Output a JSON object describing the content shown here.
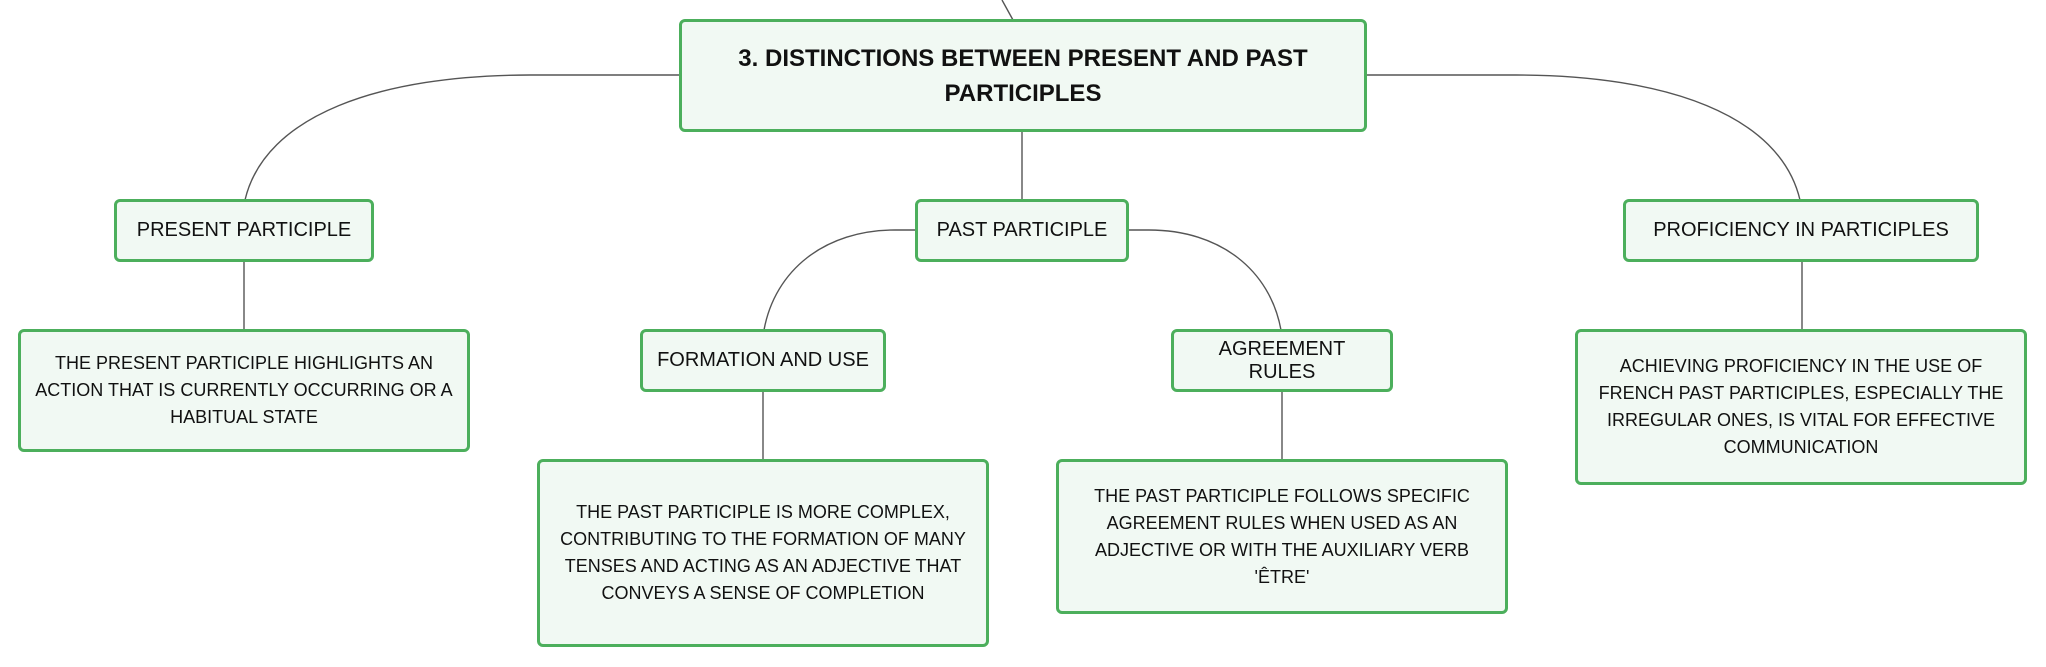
{
  "root": {
    "label": "3. DISTINCTIONS BETWEEN PRESENT AND PAST PARTICIPLES"
  },
  "present_participle": {
    "label": "PRESENT PARTICIPLE",
    "description": "THE PRESENT PARTICIPLE HIGHLIGHTS AN ACTION THAT IS CURRENTLY OCCURRING OR A HABITUAL STATE"
  },
  "past_participle": {
    "label": "PAST PARTICIPLE",
    "formation": {
      "label": "FORMATION AND USE",
      "description": "THE PAST PARTICIPLE IS MORE COMPLEX, CONTRIBUTING TO THE FORMATION OF MANY TENSES AND ACTING AS AN ADJECTIVE THAT CONVEYS A SENSE OF COMPLETION"
    },
    "agreement": {
      "label": "AGREEMENT RULES",
      "description": "THE PAST PARTICIPLE FOLLOWS SPECIFIC AGREEMENT RULES WHEN USED AS AN ADJECTIVE OR WITH THE AUXILIARY VERB 'ÊTRE'"
    }
  },
  "proficiency": {
    "label": "PROFICIENCY IN PARTICIPLES",
    "description": "ACHIEVING PROFICIENCY IN THE USE OF FRENCH PAST PARTICIPLES, ESPECIALLY THE IRREGULAR ONES, IS VITAL FOR EFFECTIVE COMMUNICATION"
  },
  "colors": {
    "node_border": "#4caf5c",
    "node_fill": "#f1f9f3",
    "connector": "#555555",
    "text": "#111111"
  }
}
